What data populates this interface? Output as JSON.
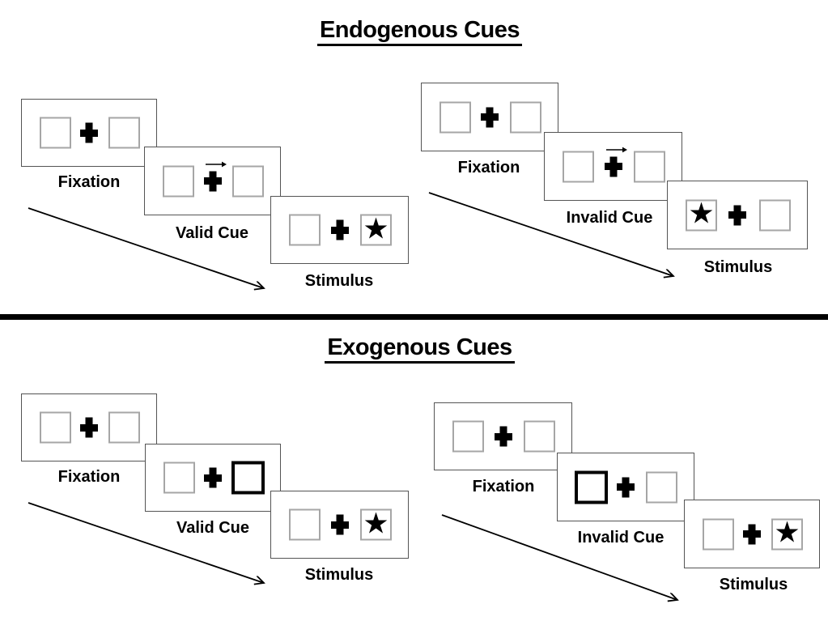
{
  "glyphs": {
    "star": "★"
  },
  "colors": {
    "panel_border": "#545454",
    "box_border": "#a6a6a6",
    "ink": "#000000",
    "background": "#ffffff"
  },
  "sections": [
    {
      "id": "endogenous",
      "title": "Endogenous Cues",
      "sequences": [
        {
          "name": "valid",
          "panels": [
            {
              "label": "Fixation",
              "left_box": "empty",
              "right_box": "empty",
              "cue_arrow": false
            },
            {
              "label": "Valid Cue",
              "left_box": "empty",
              "right_box": "empty",
              "cue_arrow": true
            },
            {
              "label": "Stimulus",
              "left_box": "empty",
              "right_box": "star",
              "cue_arrow": false
            }
          ]
        },
        {
          "name": "invalid",
          "panels": [
            {
              "label": "Fixation",
              "left_box": "empty",
              "right_box": "empty",
              "cue_arrow": false
            },
            {
              "label": "Invalid Cue",
              "left_box": "empty",
              "right_box": "empty",
              "cue_arrow": true
            },
            {
              "label": "Stimulus",
              "left_box": "star",
              "right_box": "empty",
              "cue_arrow": false
            }
          ]
        }
      ]
    },
    {
      "id": "exogenous",
      "title": "Exogenous Cues",
      "sequences": [
        {
          "name": "valid",
          "panels": [
            {
              "label": "Fixation",
              "left_box": "empty",
              "right_box": "empty",
              "cue_arrow": false
            },
            {
              "label": "Valid Cue",
              "left_box": "empty",
              "right_box": "thick",
              "cue_arrow": false
            },
            {
              "label": "Stimulus",
              "left_box": "empty",
              "right_box": "star",
              "cue_arrow": false
            }
          ]
        },
        {
          "name": "invalid",
          "panels": [
            {
              "label": "Fixation",
              "left_box": "empty",
              "right_box": "empty",
              "cue_arrow": false
            },
            {
              "label": "Invalid Cue",
              "left_box": "thick",
              "right_box": "empty",
              "cue_arrow": false
            },
            {
              "label": "Stimulus",
              "left_box": "empty",
              "right_box": "star",
              "cue_arrow": false
            }
          ]
        }
      ]
    }
  ]
}
